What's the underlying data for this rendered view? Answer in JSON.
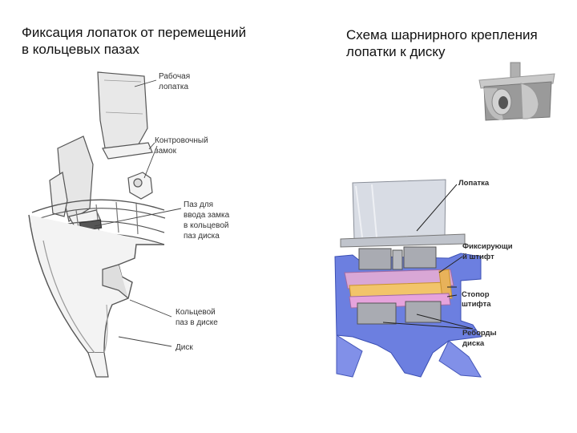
{
  "slide": {
    "left_title": "Фиксация лопаток от перемещений\nв кольцевых пазах",
    "right_title": "Схема шарнирного крепления\nлопатки к диску"
  },
  "left_diagram": {
    "labels": {
      "blade_1": "Рабочая",
      "blade_2": "лопатка",
      "lock_1": "Контровочный",
      "lock_2": "замок",
      "slot_1": "Паз для",
      "slot_2": "ввода замка",
      "slot_3": "в кольцевой",
      "slot_4": "паз диска",
      "ring_1": "Кольцевой",
      "ring_2": "паз в диске",
      "disk": "Диск"
    }
  },
  "right_diagram": {
    "labels": {
      "blade": "Лопатка",
      "pin_1": "Фиксирующи",
      "pin_2": "й штифт",
      "stopper_1": "Стопор",
      "stopper_2": "штифта",
      "flanges_1": "Реборды",
      "flanges_2": "диска"
    },
    "colors": {
      "disk": "#6c7fe0",
      "stopper": "#f2c46a",
      "pin": "#d9a7d6",
      "blade": "#d8dce4"
    }
  }
}
